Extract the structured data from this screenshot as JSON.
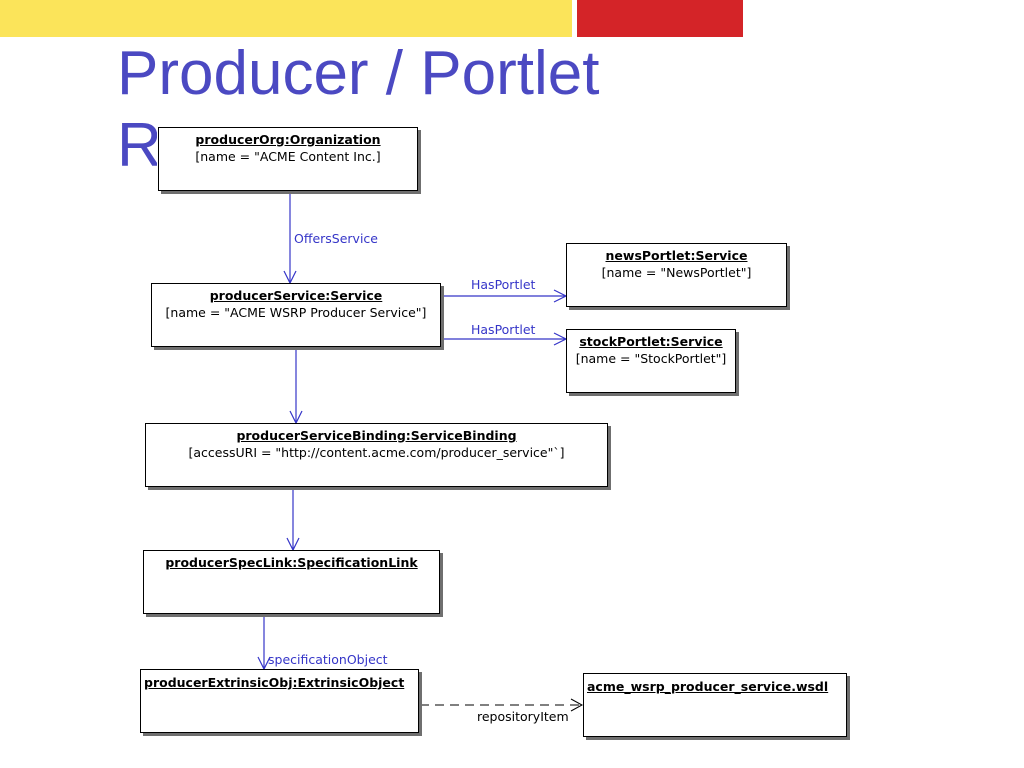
{
  "slide": {
    "title": "Producer / Portlet",
    "title_cont": "R",
    "colors": {
      "top_yellow": "#fbe45a",
      "top_red": "#d42428",
      "title": "#4b49c2",
      "connector": "#3535c8"
    }
  },
  "boxes": {
    "producer_org": {
      "name": "producerOrg:Organization",
      "attr": "[name = \"ACME Content Inc.]"
    },
    "producer_service": {
      "name": "producerService:Service",
      "attr": "[name = \"ACME WSRP Producer Service\"]"
    },
    "news_portlet": {
      "name": "newsPortlet:Service",
      "attr": "[name = \"NewsPortlet\"]"
    },
    "stock_portlet": {
      "name": "stockPortlet:Service",
      "attr": "[name = \"StockPortlet\"]"
    },
    "service_binding": {
      "name": "producerServiceBinding:ServiceBinding",
      "attr": "[accessURI = \"http://content.acme.com/producer_service\"`]"
    },
    "spec_link": {
      "name": "producerSpecLink:SpecificationLink"
    },
    "extrinsic_obj": {
      "name": "producerExtrinsicObj:ExtrinsicObject"
    },
    "wsdl": {
      "name": "acme_wsrp_producer_service.wsdl"
    }
  },
  "edges": {
    "offers_service": "OffersService",
    "has_portlet_news": "HasPortlet",
    "has_portlet_stock": "HasPortlet",
    "specification_object": "specificationObject",
    "repository_item": "repositoryItem"
  }
}
